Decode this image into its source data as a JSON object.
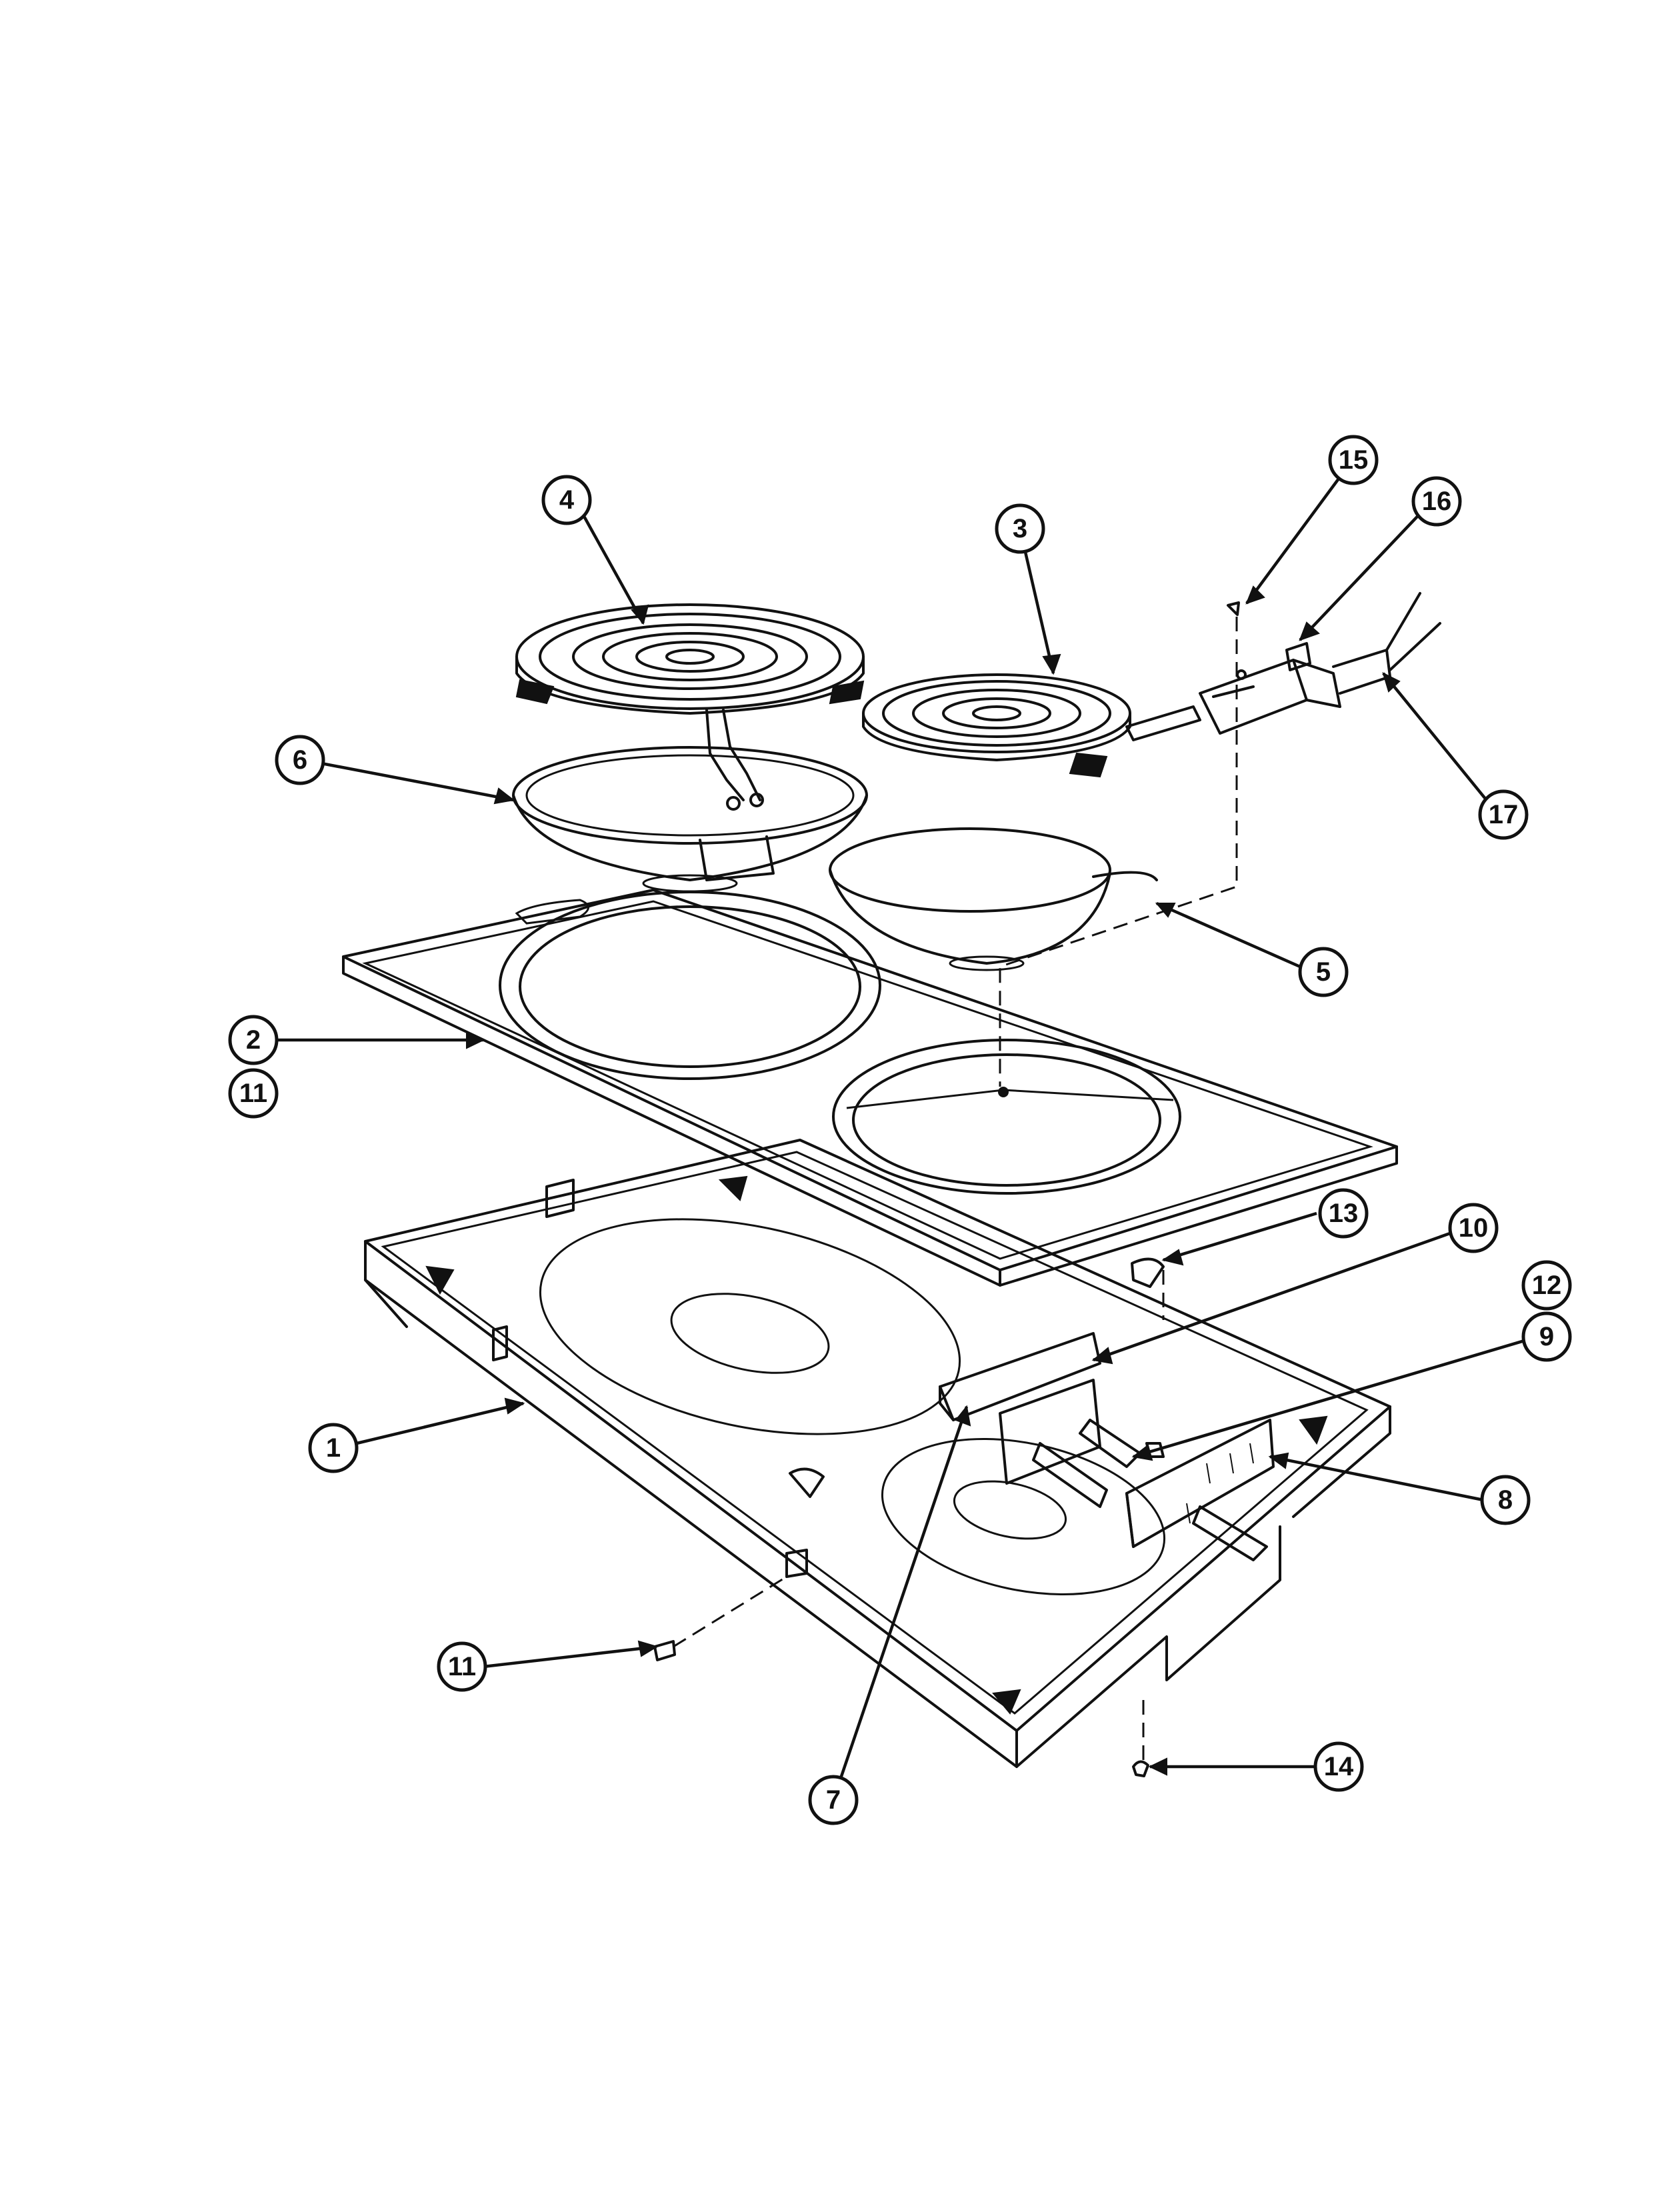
{
  "callouts": [
    {
      "id": "c1",
      "label": "1"
    },
    {
      "id": "c2",
      "label": "2"
    },
    {
      "id": "c11a",
      "label": "11"
    },
    {
      "id": "c3",
      "label": "3"
    },
    {
      "id": "c4",
      "label": "4"
    },
    {
      "id": "c5",
      "label": "5"
    },
    {
      "id": "c6",
      "label": "6"
    },
    {
      "id": "c7",
      "label": "7"
    },
    {
      "id": "c8",
      "label": "8"
    },
    {
      "id": "c9",
      "label": "9"
    },
    {
      "id": "c10",
      "label": "10"
    },
    {
      "id": "c11b",
      "label": "11"
    },
    {
      "id": "c12",
      "label": "12"
    },
    {
      "id": "c13",
      "label": "13"
    },
    {
      "id": "c14",
      "label": "14"
    },
    {
      "id": "c15",
      "label": "15"
    },
    {
      "id": "c16",
      "label": "16"
    },
    {
      "id": "c17",
      "label": "17"
    }
  ]
}
